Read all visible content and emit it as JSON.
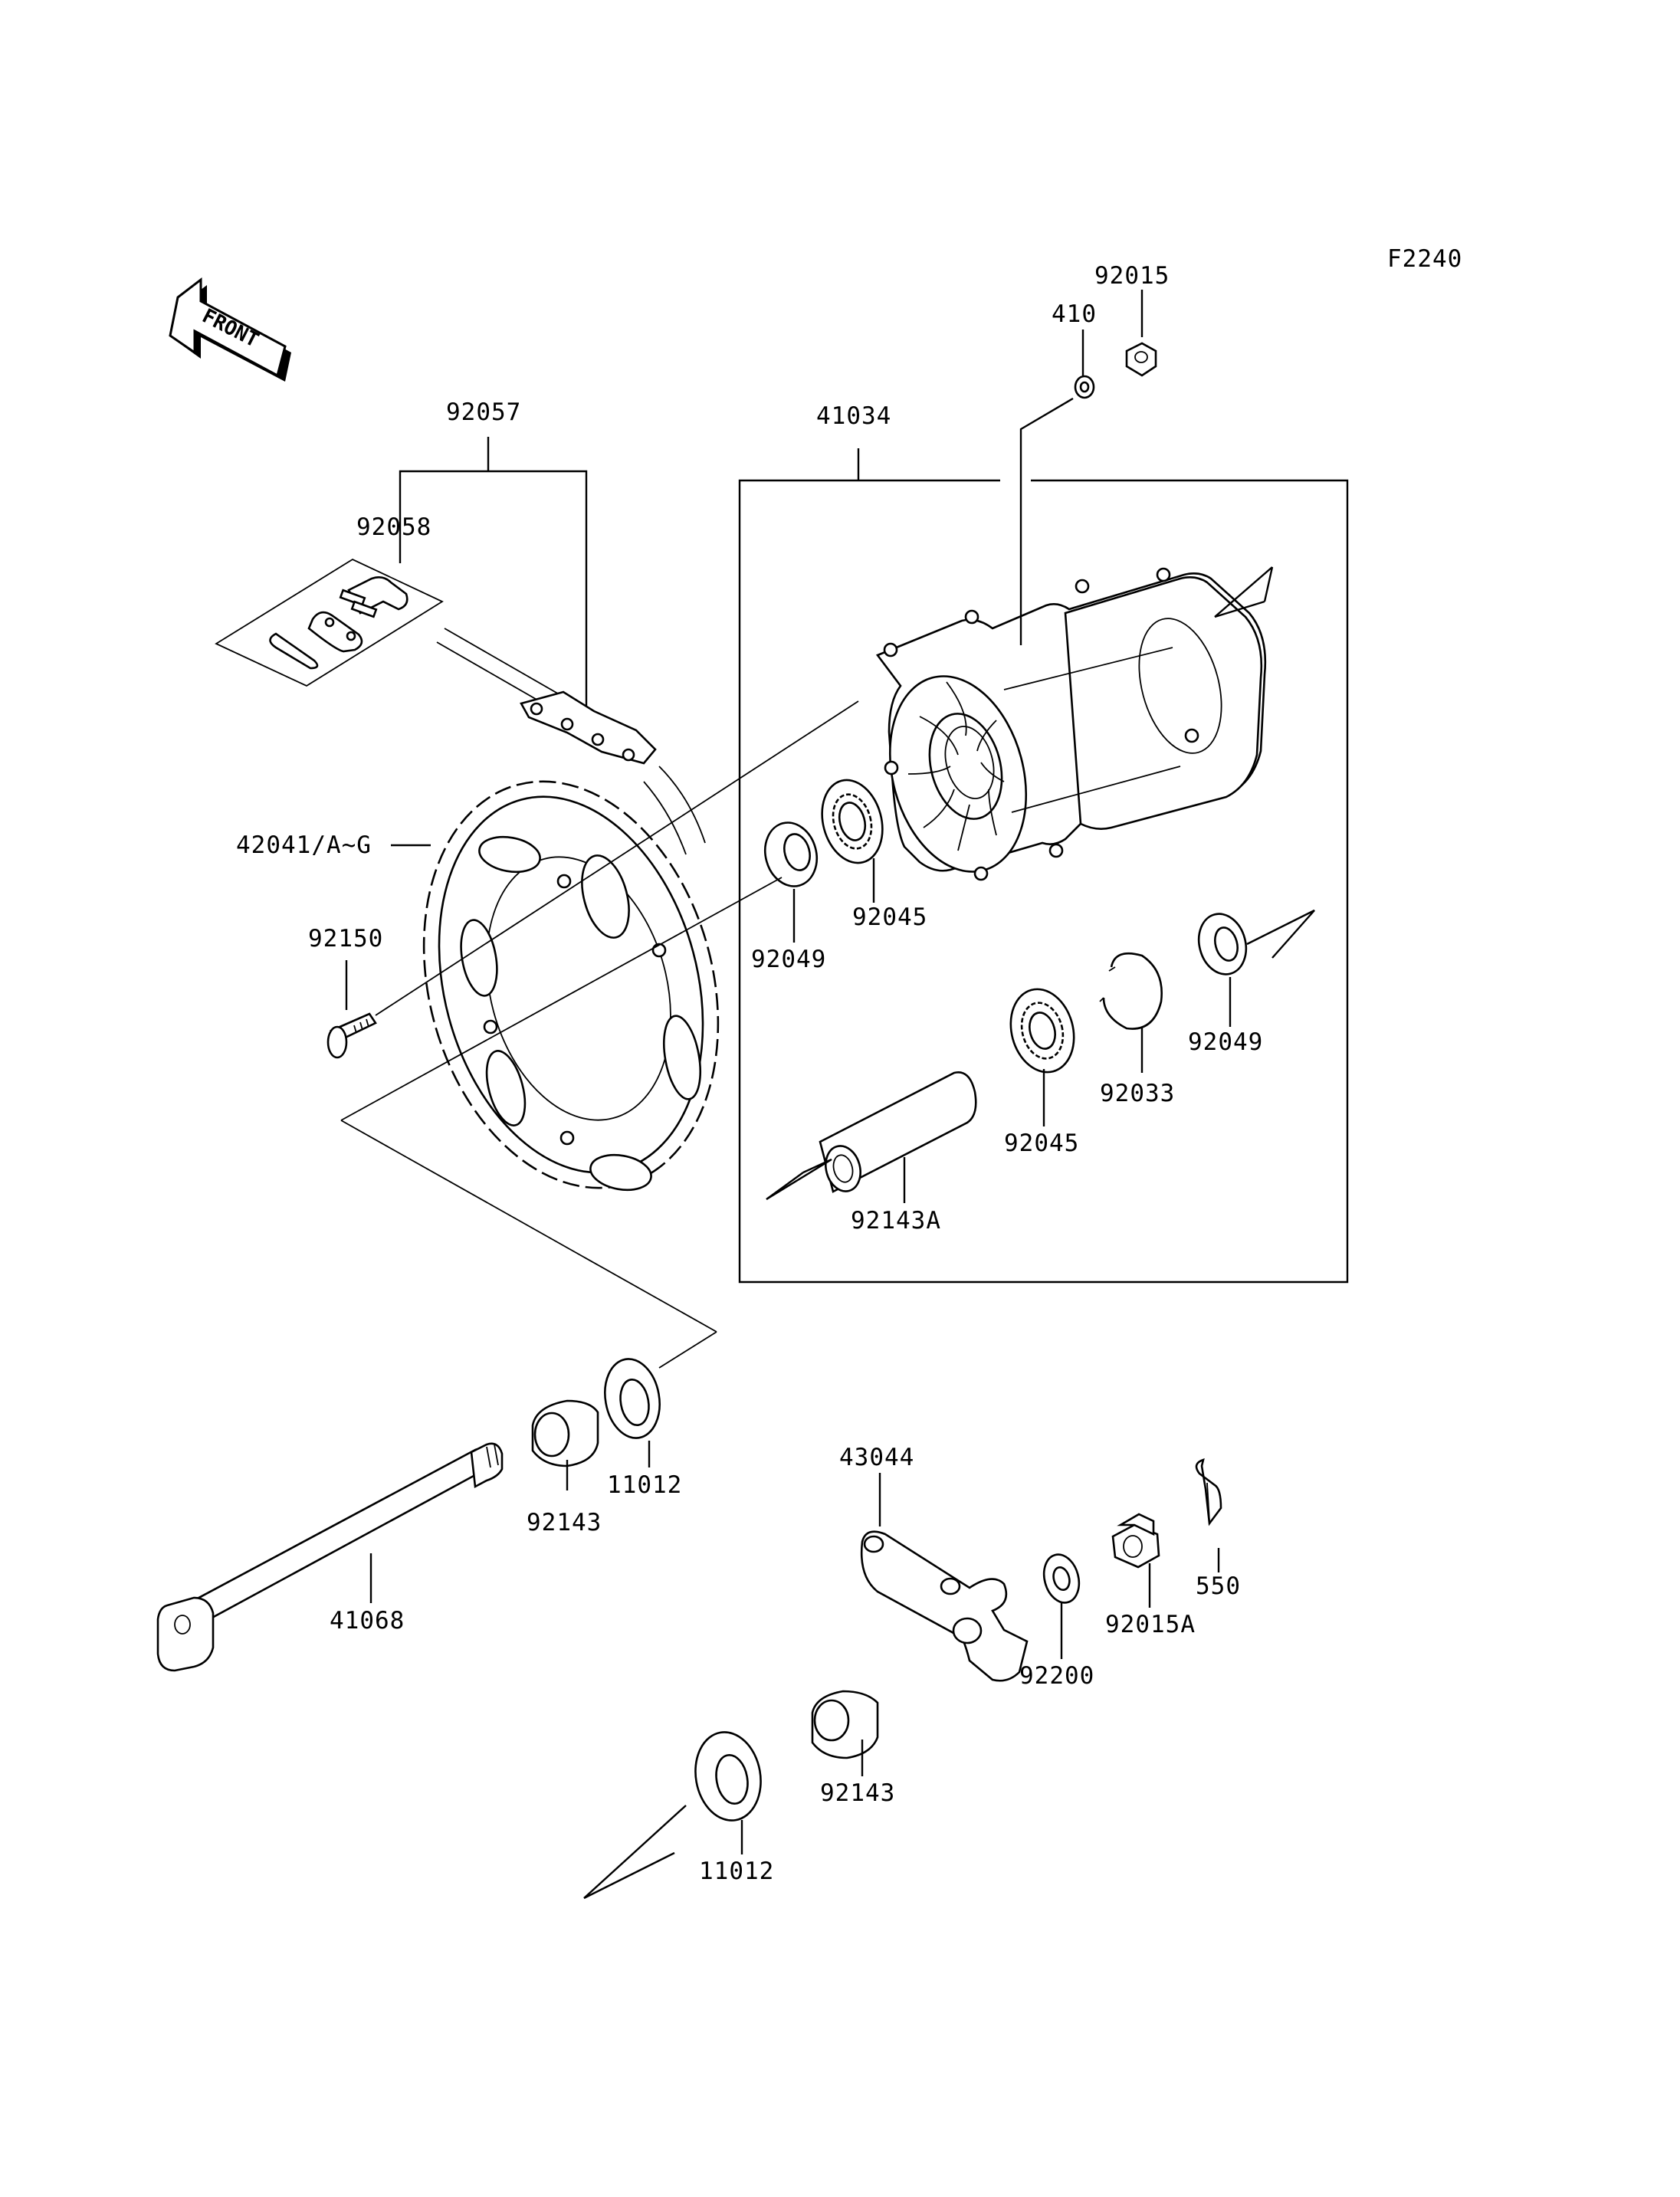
{
  "figure_code": "F2240",
  "front_arrow_text": "FRONT",
  "labels": {
    "p92015": "92015",
    "p410": "410",
    "p92057": "92057",
    "p41034": "41034",
    "p92058": "92058",
    "p42041": "42041/A~G",
    "p92150": "92150",
    "p92049a": "92049",
    "p92045a": "92045",
    "p92049b": "92049",
    "p92033": "92033",
    "p92045b": "92045",
    "p92143A": "92143A",
    "p11012a": "11012",
    "p92143a": "92143",
    "p41068": "41068",
    "p43044": "43044",
    "p550": "550",
    "p92015A": "92015A",
    "p92200": "92200",
    "p92143b": "92143",
    "p11012b": "11012"
  }
}
